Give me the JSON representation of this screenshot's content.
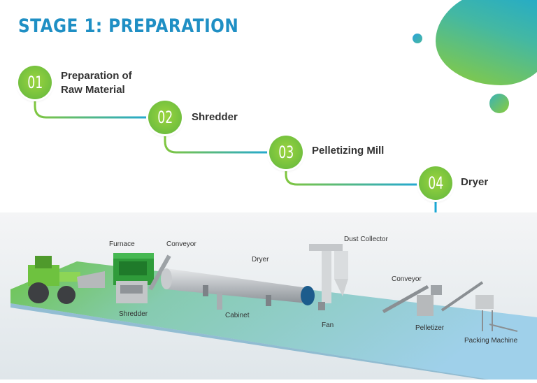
{
  "header": {
    "title": "STAGE 1: PREPARATION"
  },
  "steps": [
    {
      "number": "01",
      "label_line1": "Preparation of",
      "label_line2": "Raw Material"
    },
    {
      "number": "02",
      "label_line1": "Shredder"
    },
    {
      "number": "03",
      "label_line1": "Pelletizing Mill"
    },
    {
      "number": "04",
      "label_line1": "Dryer"
    }
  ],
  "equipment_labels": {
    "furnace": "Furnace",
    "conveyor_1": "Conveyor",
    "dryer": "Dryer",
    "dust_collector": "Dust Collector",
    "conveyor_2": "Conveyor",
    "shredder": "Shredder",
    "cabinet": "Cabinet",
    "fan": "Fan",
    "pelletizer": "Pelletizer",
    "packing_machine": "Packing Machine"
  },
  "colors": {
    "title": "#1f8fc4",
    "step_circle": "#71bf3e",
    "connector_start": "#7fc63f",
    "connector_end": "#1aa7d4",
    "floor": "#8fc9e6",
    "floor_left": "#6cc44a"
  }
}
